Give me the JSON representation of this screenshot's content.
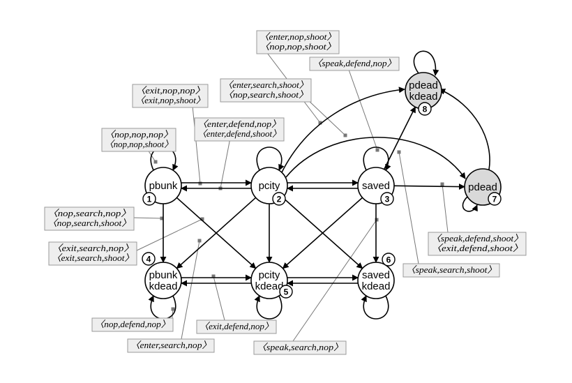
{
  "colors": {
    "terminal_fill": "#d9d9d9",
    "node_fill": "#ffffff",
    "edge": "#000000",
    "leader": "#777777",
    "box_fill": "#eeeeee",
    "box_stroke": "#999999"
  },
  "states": [
    {
      "id": 1,
      "line1": "pbunk",
      "line2": "",
      "num": "1",
      "terminal": false
    },
    {
      "id": 2,
      "line1": "pcity",
      "line2": "",
      "num": "2",
      "terminal": false
    },
    {
      "id": 3,
      "line1": "saved",
      "line2": "",
      "num": "3",
      "terminal": false
    },
    {
      "id": 4,
      "line1": "pbunk",
      "line2": "kdead",
      "num": "4",
      "terminal": false
    },
    {
      "id": 5,
      "line1": "pcity",
      "line2": "kdead",
      "num": "5",
      "terminal": false
    },
    {
      "id": 6,
      "line1": "saved",
      "line2": "kdead",
      "num": "6",
      "terminal": false
    },
    {
      "id": 7,
      "line1": "pdead",
      "line2": "",
      "num": "7",
      "terminal": true
    },
    {
      "id": 8,
      "line1": "pdead",
      "line2": "kdead",
      "num": "8",
      "terminal": true
    }
  ],
  "action_labels": [
    {
      "name": "label-enter-nop-shoot",
      "lines": [
        "〈enter,nop,shoot〉",
        "〈nop,nop,shoot〉"
      ]
    },
    {
      "name": "label-speak-defend-nop",
      "lines": [
        "〈speak,defend,nop〉"
      ]
    },
    {
      "name": "label-enter-search-shoot",
      "lines": [
        "〈enter,search,shoot〉",
        "〈nop,search,shoot〉"
      ]
    },
    {
      "name": "label-exit-nop-nop",
      "lines": [
        "〈exit,nop,nop〉",
        "〈exit,nop,shoot〉"
      ]
    },
    {
      "name": "label-enter-defend-nop",
      "lines": [
        "〈enter,defend,nop〉",
        "〈enter,defend,shoot〉"
      ]
    },
    {
      "name": "label-nop-nop-nop",
      "lines": [
        "〈nop,nop,nop〉",
        "〈nop,nop,shoot〉"
      ]
    },
    {
      "name": "label-nop-search-nop",
      "lines": [
        "〈nop,search,nop〉",
        "〈nop,search,shoot〉"
      ]
    },
    {
      "name": "label-exit-search-nop",
      "lines": [
        "〈exit,search,nop〉",
        "〈exit,search,shoot〉"
      ]
    },
    {
      "name": "label-nop-defend-nop",
      "lines": [
        "〈nop,defend,nop〉"
      ]
    },
    {
      "name": "label-enter-search-nop",
      "lines": [
        "〈enter,search,nop〉"
      ]
    },
    {
      "name": "label-exit-defend-nop",
      "lines": [
        "〈exit,defend,nop〉"
      ]
    },
    {
      "name": "label-speak-search-nop",
      "lines": [
        "〈speak,search,nop〉"
      ]
    },
    {
      "name": "label-speak-search-shoot",
      "lines": [
        "〈speak,search,shoot〉"
      ]
    },
    {
      "name": "label-speak-defend-shoot",
      "lines": [
        "〈speak,defend,shoot〉",
        "〈exit,defend,shoot〉"
      ]
    }
  ]
}
